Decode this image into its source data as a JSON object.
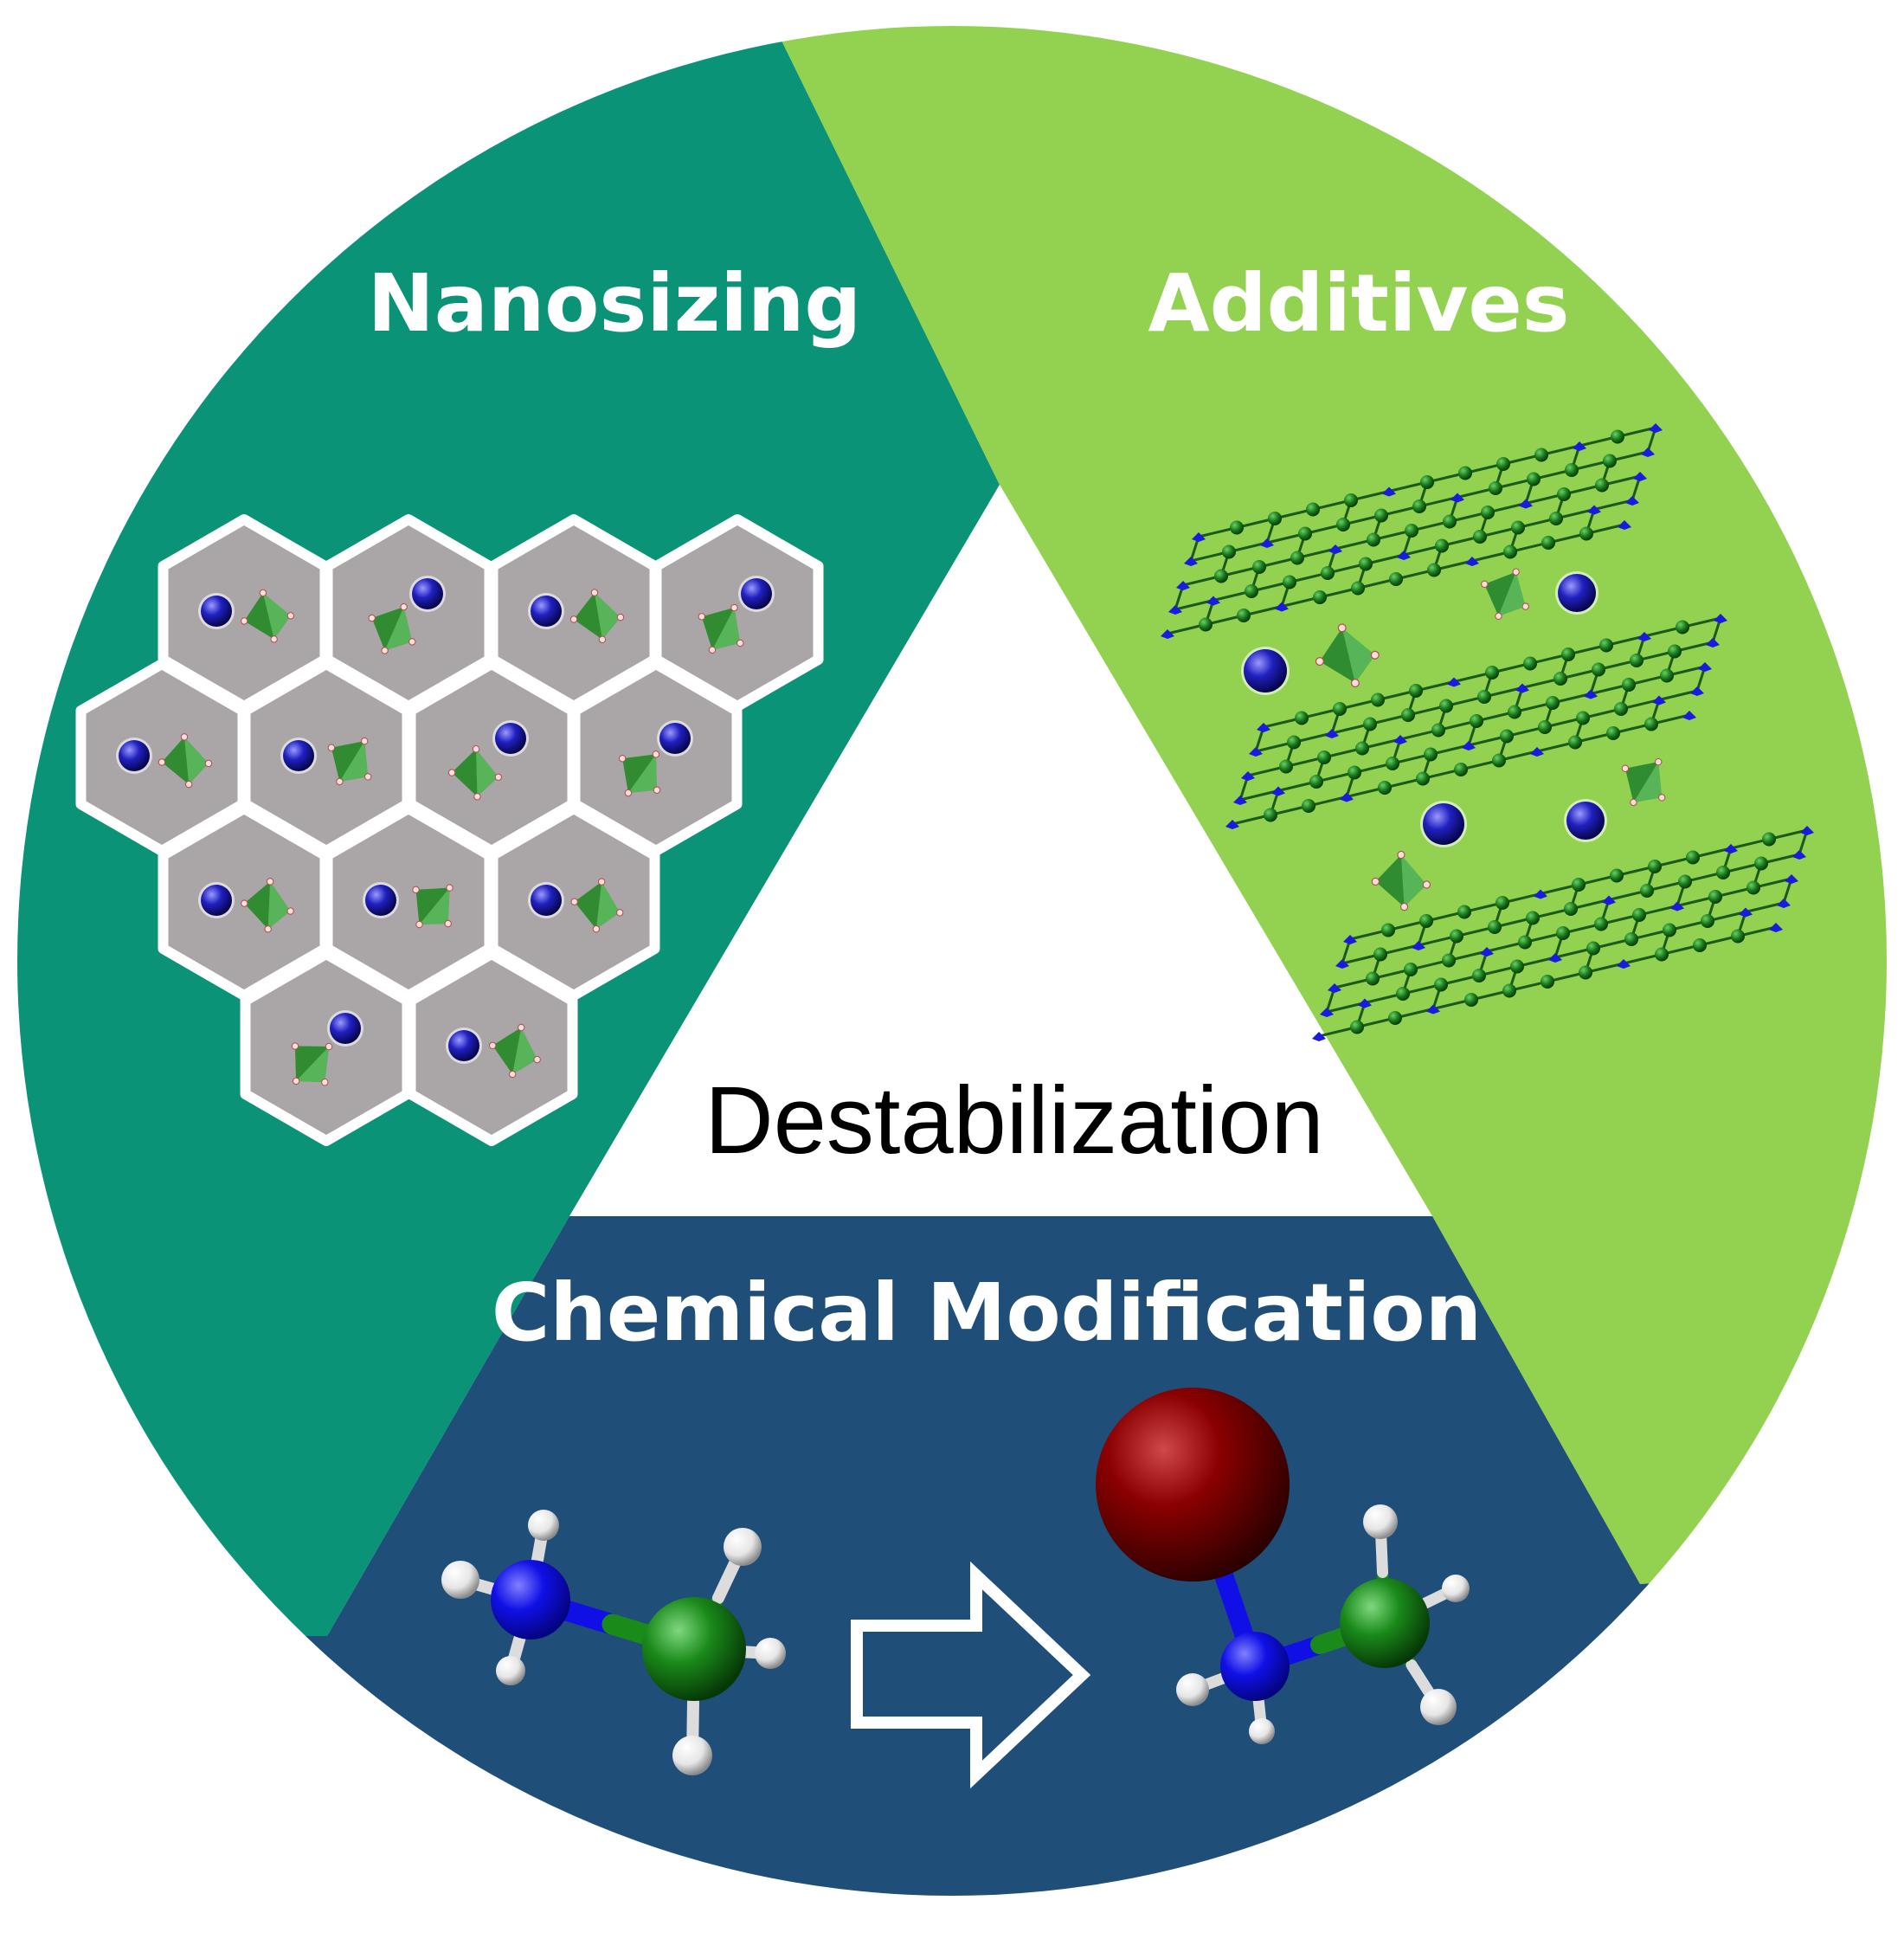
{
  "diagram": {
    "center_label": "Destabilization",
    "segments": [
      {
        "id": "nanosizing",
        "label": "Nanosizing",
        "color": "#0a9376"
      },
      {
        "id": "additives",
        "label": "Additives",
        "color": "#93d150"
      },
      {
        "id": "chemical-modification",
        "label": "Chemical Modification",
        "color": "#1f4e79"
      }
    ],
    "colors": {
      "center_triangle": "#ffffff",
      "label_text": "#ffffff",
      "center_text": "#000000",
      "hex_cell_fill": "#aaa5a6",
      "hex_cell_border": "#ffffff",
      "cation_sphere": "#1a1a9e",
      "tetrahedron": "#3a9a3a",
      "graphene_carbon": "#1a7a1a",
      "graphene_nitrogen": "#1b1be0",
      "hydrogen": "#f2f2f2",
      "nitrogen_atom": "#1010e6",
      "carbon_atom": "#1a8a1a",
      "metal_atom": "#8b0000",
      "reaction_arrow": "#ffffff"
    }
  }
}
